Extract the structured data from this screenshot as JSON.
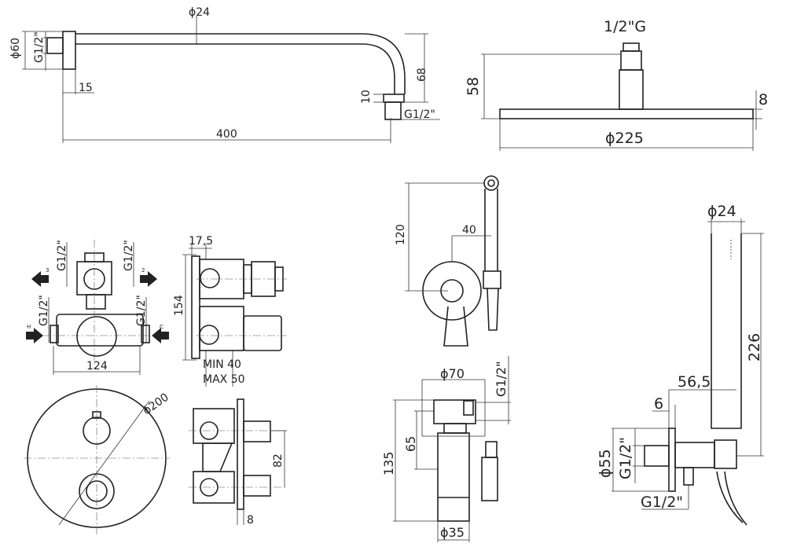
{
  "shower_arm": {
    "d60": "ϕ60",
    "thread_left": "G1/2\"",
    "d24": "ϕ24",
    "d15": "15",
    "d68": "68",
    "d10": "10",
    "thread_right": "G1/2\"",
    "d400": "400"
  },
  "shower_head": {
    "thread": "1/2\"G",
    "d58": "58",
    "d8": "8",
    "d225": "ϕ225"
  },
  "valve_body": {
    "g1": "G1/2\"",
    "g2": "G1/2\"",
    "g3": "G1/2\"",
    "g4": "G1/2\"",
    "port3": "3",
    "port2": "2",
    "portH": "H",
    "portC": "C",
    "d124": "124",
    "d17_5": "17,5",
    "d154": "154",
    "min": "MIN 40",
    "max": "MAX 50"
  },
  "cover_plate": {
    "d200": "ϕ200",
    "d82": "82",
    "d8": "8"
  },
  "holder": {
    "d120": "120",
    "d40": "40"
  },
  "diverter": {
    "d70": "ϕ70",
    "thread": "G1/2\"",
    "d65": "65",
    "d135": "135",
    "d35": "ϕ35"
  },
  "hand_shower": {
    "d24": "ϕ24",
    "d226": "226",
    "d56_5": "56,5",
    "d6": "6",
    "d55": "ϕ55",
    "thread1": "G1/2\"",
    "thread2": "G1/2\""
  }
}
